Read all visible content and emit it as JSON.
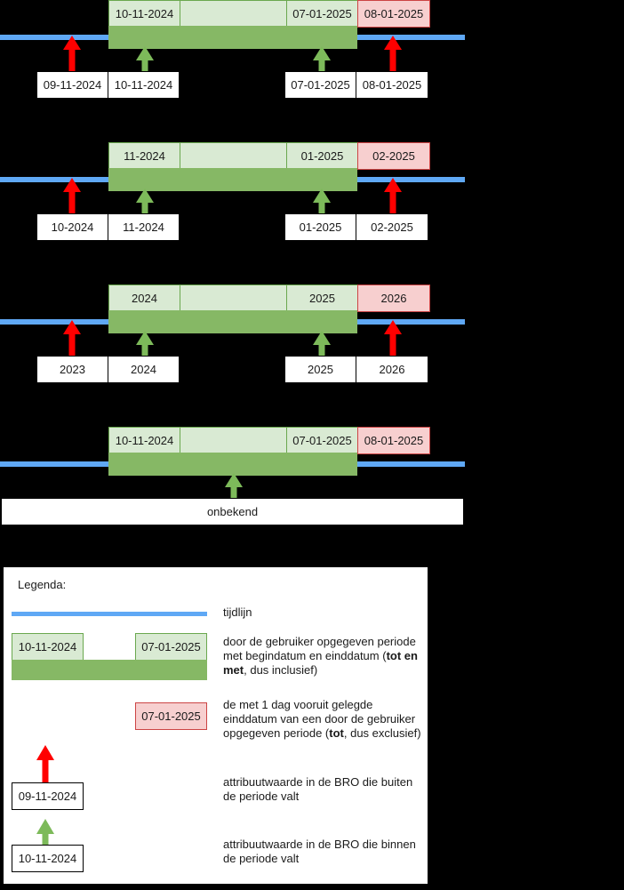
{
  "colors": {
    "background": "#000000",
    "timeline": "#5fa8f5",
    "period_fill": "#86b865",
    "period_segment_fill": "#d9ead3",
    "period_segment_border": "#6aa84f",
    "exclusive_fill": "#f7cfcf",
    "exclusive_border": "#cc4444",
    "arrow_outside": "#ff0000",
    "arrow_inside": "#7dba5a",
    "box_fill": "#ffffff",
    "box_border": "#000000",
    "text": "#1a1a1a"
  },
  "groups": [
    {
      "id": "day-precision",
      "segments": [
        {
          "label": "10-11-2024",
          "kind": "period"
        },
        {
          "label": "",
          "kind": "period"
        },
        {
          "label": "07-01-2025",
          "kind": "period"
        },
        {
          "label": "08-01-2025",
          "kind": "exclusive"
        }
      ],
      "labels": [
        {
          "label": "09-11-2024",
          "arrow": "outside"
        },
        {
          "label": "10-11-2024",
          "arrow": "inside"
        },
        {
          "label": "07-01-2025",
          "arrow": "inside"
        },
        {
          "label": "08-01-2025",
          "arrow": "outside"
        }
      ]
    },
    {
      "id": "month-precision",
      "segments": [
        {
          "label": "11-2024",
          "kind": "period"
        },
        {
          "label": "",
          "kind": "period"
        },
        {
          "label": "01-2025",
          "kind": "period"
        },
        {
          "label": "02-2025",
          "kind": "exclusive"
        }
      ],
      "labels": [
        {
          "label": "10-2024",
          "arrow": "outside"
        },
        {
          "label": "11-2024",
          "arrow": "inside"
        },
        {
          "label": "01-2025",
          "arrow": "inside"
        },
        {
          "label": "02-2025",
          "arrow": "outside"
        }
      ]
    },
    {
      "id": "year-precision",
      "segments": [
        {
          "label": "2024",
          "kind": "period"
        },
        {
          "label": "",
          "kind": "period"
        },
        {
          "label": "2025",
          "kind": "period"
        },
        {
          "label": "2026",
          "kind": "exclusive"
        }
      ],
      "labels": [
        {
          "label": "2023",
          "arrow": "outside"
        },
        {
          "label": "2024",
          "arrow": "inside"
        },
        {
          "label": "2025",
          "arrow": "inside"
        },
        {
          "label": "2026",
          "arrow": "outside"
        }
      ]
    },
    {
      "id": "unknown-precision",
      "segments": [
        {
          "label": "10-11-2024",
          "kind": "period"
        },
        {
          "label": "",
          "kind": "period"
        },
        {
          "label": "07-01-2025",
          "kind": "period"
        },
        {
          "label": "08-01-2025",
          "kind": "exclusive"
        }
      ],
      "labels": [
        {
          "label": "onbekend",
          "arrow": "inside"
        }
      ]
    }
  ],
  "legend": {
    "title": "Legenda:",
    "rows": [
      {
        "sample": "timeline",
        "text_plain": "tijdlijn",
        "text_html": "tijdlijn"
      },
      {
        "sample": "period",
        "box_start": "10-11-2024",
        "box_end": "07-01-2025",
        "text_plain": "door de gebruiker opgegeven periode met begindatum en einddatum (tot en met, dus inclusief)",
        "text_html": "door de gebruiker opgegeven periode met begindatum en einddatum (<b>tot en met</b>, dus inclusief)"
      },
      {
        "sample": "exclusive",
        "box": "07-01-2025",
        "text_plain": "de met 1 dag vooruit gelegde einddatum van een door de gebruiker opgegeven periode (tot, dus exclusief)",
        "text_html": "de met 1 dag vooruit gelegde einddatum van een door de gebruiker opgegeven periode (<b>tot</b>, dus exclusief)"
      },
      {
        "sample": "outside",
        "box": "09-11-2024",
        "text_plain": "attribuutwaarde in de BRO die buiten de periode valt",
        "text_html": "attribuutwaarde in de BRO die buiten de periode valt"
      },
      {
        "sample": "inside",
        "box": "10-11-2024",
        "text_plain": "attribuutwaarde in de BRO die binnen de periode valt",
        "text_html": "attribuutwaarde in de BRO die binnen de periode valt"
      }
    ]
  }
}
